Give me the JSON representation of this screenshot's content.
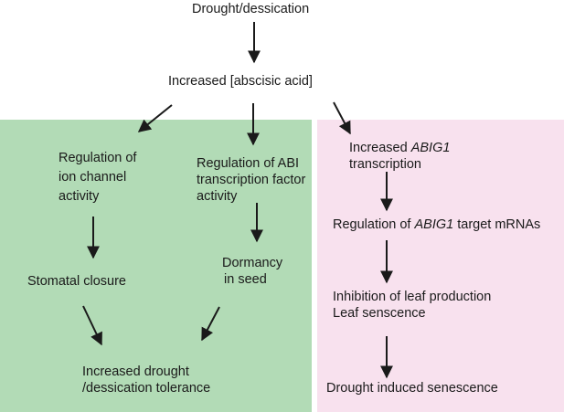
{
  "colors": {
    "green_panel": "#b2dbb6",
    "pink_panel": "#f8e1ee",
    "arrow": "#1a1a1a"
  },
  "nodes": {
    "drought": [
      "Drought/dessication"
    ],
    "aba": [
      "Increased [abscisic acid]"
    ],
    "ion": [
      "Regulation of",
      "ion channel",
      "activity"
    ],
    "abi": [
      "Regulation of ABI",
      "transcription factor",
      "activity"
    ],
    "abig1_transcription": {
      "pre": "Increased ",
      "gene": "ABIG1",
      "line2": "transcription"
    },
    "abig1_targets": {
      "pre": "Regulation of ",
      "gene": "ABIG1",
      "post": " target mRNAs"
    },
    "stomatal": [
      "Stomatal closure"
    ],
    "dormancy": [
      "Dormancy",
      "in seed"
    ],
    "leaf": [
      "Inhibition of leaf production",
      "Leaf senscence"
    ],
    "tolerance": [
      "Increased drought",
      "/dessication tolerance"
    ],
    "senescence": [
      "Drought induced senescence"
    ]
  }
}
